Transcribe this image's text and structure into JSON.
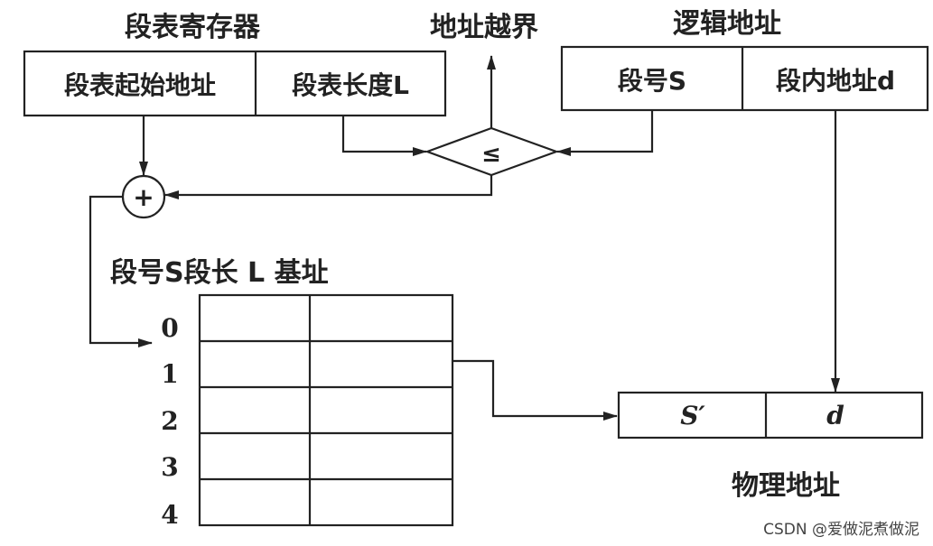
{
  "labels": {
    "segment_register": "段表寄存器",
    "out_of_bounds": "地址越界",
    "logical_address": "逻辑地址",
    "physical_address": "物理地址",
    "table_header": "段号S段长 L 基址",
    "compare_symbol": "≤",
    "add_symbol": "+"
  },
  "register": {
    "start_addr": "段表起始地址",
    "length": "段表长度L"
  },
  "logical": {
    "segment_no": "段号S",
    "offset": "段内地址d"
  },
  "physical": {
    "segment": "S′",
    "offset": "d"
  },
  "table_rows": [
    "0",
    "1",
    "2",
    "3",
    "4"
  ],
  "watermark": "CSDN @爱做泥煮做泥"
}
